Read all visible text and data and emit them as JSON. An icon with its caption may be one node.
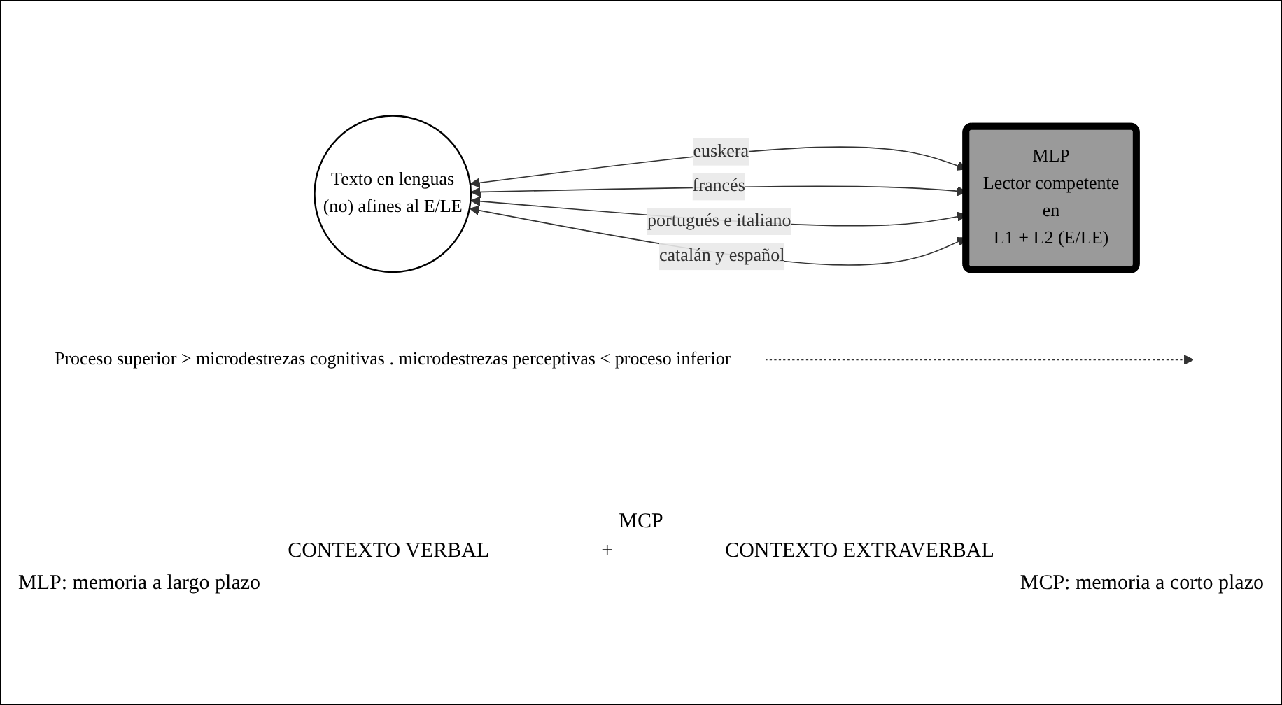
{
  "diagram": {
    "nodes": [
      {
        "text": [
          "Proceso superior > microdestrezas cognitivas . microdestrezas perceptivas < proceso inferior"
        ]
      },
      {
        "text": [
          "Texto en lenguas",
          "(no) afines al E/LE"
        ]
      },
      {
        "text": [
          "MLP",
          "Lector competente",
          "en",
          "L1 + L2 (E/LE)"
        ]
      }
    ],
    "edges": [
      {
        "from": 0,
        "to": null,
        "arrow": "to",
        "style": "dashed"
      },
      {
        "from": 1,
        "to": 2,
        "label": "euskera",
        "arrow": "both"
      },
      {
        "from": 1,
        "to": 2,
        "label": "francés",
        "arrow": "both"
      },
      {
        "from": 1,
        "to": 2,
        "label": "portugués e italiano",
        "arrow": "both"
      },
      {
        "from": 1,
        "to": 2,
        "label": "catalán y español",
        "arrow": "both"
      }
    ],
    "labels": [
      "MCP",
      "CONTEXTO VERBAL",
      "+",
      "CONTEXTO EXTRAVERBAL",
      "MLP: memoria a largo plazo",
      "MCP: memoria a corto plazo"
    ]
  }
}
